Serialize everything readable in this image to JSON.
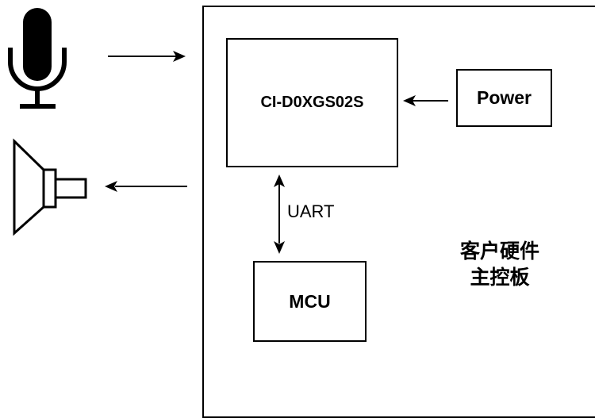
{
  "diagram": {
    "board": {
      "label_line1": "客户硬件",
      "label_line2": "主控板"
    },
    "chip": {
      "label": "CI-D0XGS02S"
    },
    "power": {
      "label": "Power"
    },
    "mcu": {
      "label": "MCU"
    },
    "link": {
      "label": "UART"
    },
    "icons": {
      "microphone": "microphone-icon",
      "speaker": "speaker-icon"
    },
    "colors": {
      "stroke": "#000000",
      "background": "#ffffff"
    }
  }
}
